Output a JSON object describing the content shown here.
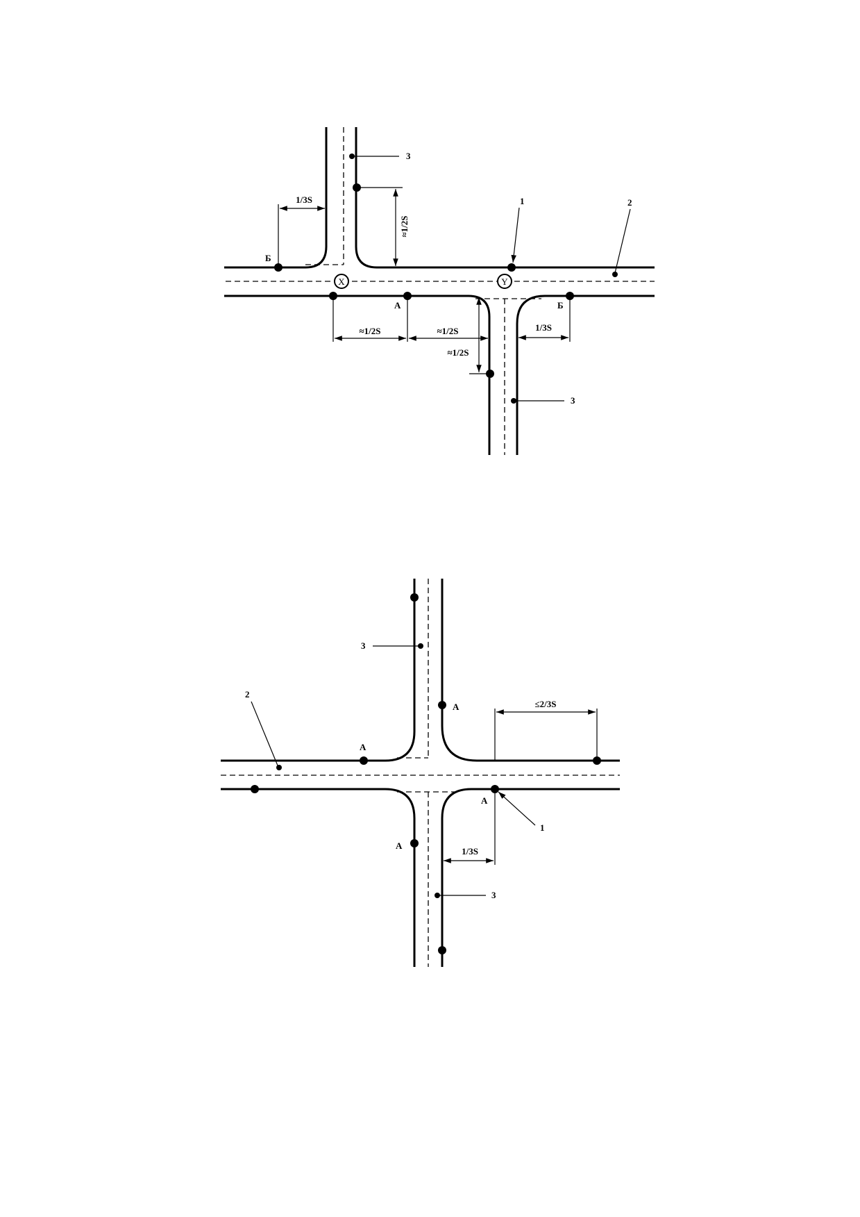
{
  "figure_top": {
    "labels": {
      "callout_1": "1",
      "callout_2": "2",
      "callout_3_north": "3",
      "callout_3_south": "3",
      "b_west": "Б",
      "b_east": "Б",
      "a_south": "А",
      "x_marker": "X",
      "y_marker": "Y"
    },
    "dimensions": {
      "west_third": "1/3S",
      "north_half": "≈1/2S",
      "south_half_left": "≈1/2S",
      "south_half_right": "≈1/2S",
      "vertical_half": "≈1/2S",
      "east_third": "1/3S"
    }
  },
  "figure_bottom": {
    "labels": {
      "callout_1": "1",
      "callout_2": "2",
      "callout_3_north": "3",
      "callout_3_south": "3",
      "a_north_east": "А",
      "a_north_west": "А",
      "a_south_east": "А",
      "a_south_west": "А"
    },
    "dimensions": {
      "east_two_thirds": "≤2/3S",
      "south_third": "1/3S"
    }
  }
}
